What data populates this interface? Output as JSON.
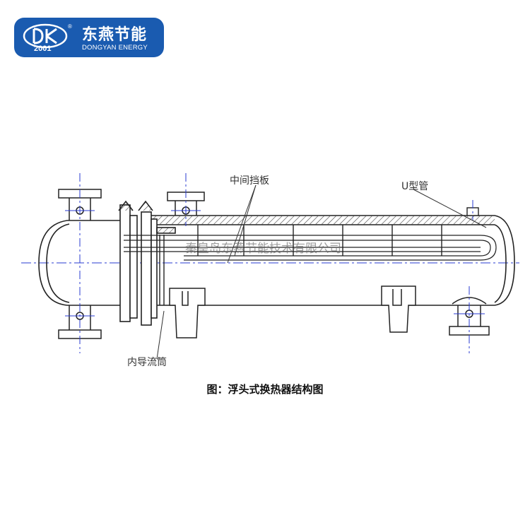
{
  "logo": {
    "brand_cn": "东燕节能",
    "brand_en": "DONGYAN ENERGY",
    "year": "2001",
    "mark_text": "DK",
    "registered": "®",
    "color": "#1a5bb0"
  },
  "labels": {
    "middle_baffle": "中间挡板",
    "u_tube": "U型管",
    "inner_guide": "内导流筒"
  },
  "watermark": "秦皇岛东燕节能技术有限公司",
  "caption": "图：浮头式换热器结构图",
  "colors": {
    "centerline": "#2a3bd0",
    "outline": "#222222",
    "hatch": "#444444"
  }
}
